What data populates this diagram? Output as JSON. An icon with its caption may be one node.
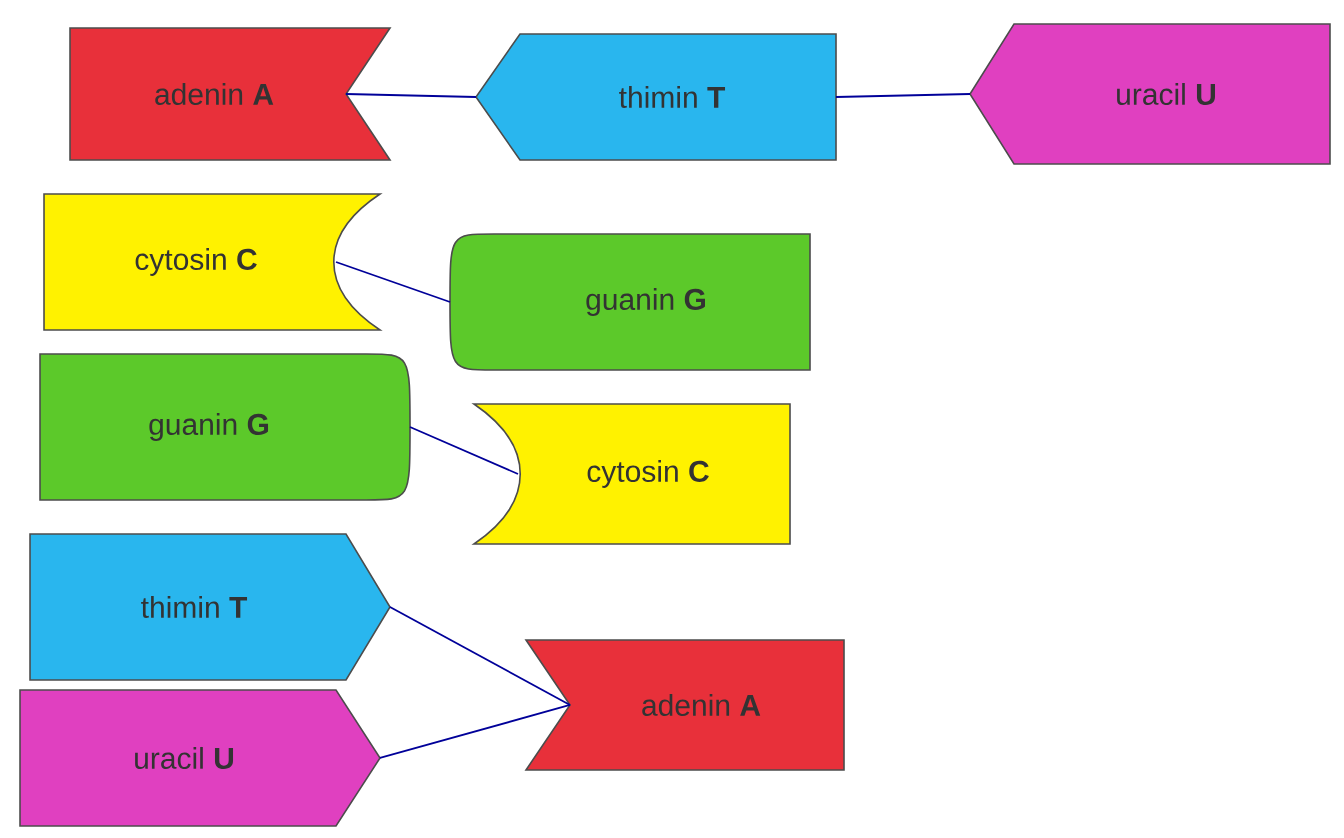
{
  "diagram": {
    "nodes": [
      {
        "text": [
          "adenin **A**"
        ]
      },
      {
        "text": [
          "thimin **T**"
        ]
      },
      {
        "text": [
          "uracil **U**"
        ]
      },
      {
        "text": [
          "cytosin **C**"
        ]
      },
      {
        "text": [
          "guanin **G**"
        ]
      },
      {
        "text": [
          "guanin **G**"
        ]
      },
      {
        "text": [
          "cytosin **C**"
        ]
      },
      {
        "text": [
          "thimin **T**"
        ]
      },
      {
        "text": [
          "uracil **U**"
        ]
      },
      {
        "text": [
          "adenin **A**"
        ]
      }
    ],
    "edges": [
      {
        "from": 0,
        "to": 1,
        "arrow": "none"
      },
      {
        "from": 1,
        "to": 2,
        "arrow": "none"
      },
      {
        "from": 3,
        "to": 4,
        "arrow": "none"
      },
      {
        "from": 5,
        "to": 6,
        "arrow": "none"
      },
      {
        "from": 7,
        "to": 9,
        "arrow": "none"
      },
      {
        "from": 8,
        "to": 9,
        "arrow": "none"
      }
    ]
  }
}
